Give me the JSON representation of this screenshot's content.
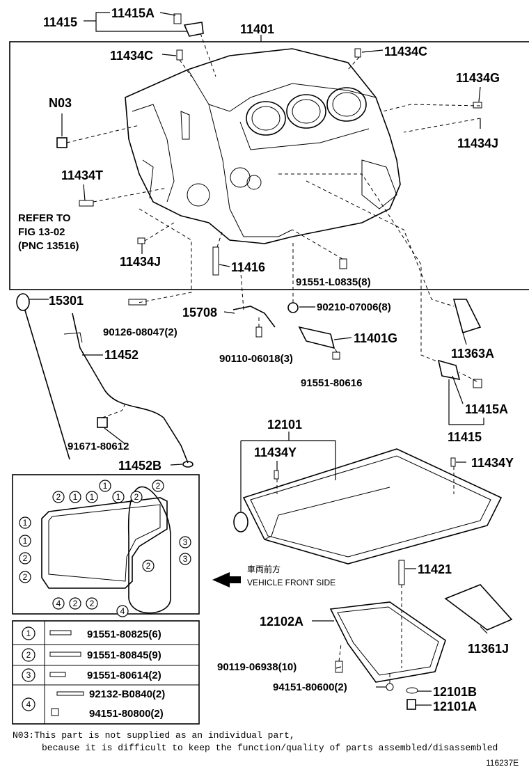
{
  "labels": {
    "p11415_top": "11415",
    "p11415A_top": "11415A",
    "p11401": "11401",
    "p11434C_left": "11434C",
    "p11434C_right": "11434C",
    "pN03": "N03",
    "p11434G": "11434G",
    "p11434J_right": "11434J",
    "p11434T": "11434T",
    "refer1": "REFER TO",
    "refer2": "FIG 13-02",
    "refer3": "(PNC 13516)",
    "p11434J_left": "11434J",
    "p11416": "11416",
    "p91551L0835": "91551-L0835(8)",
    "p15301": "15301",
    "p15708": "15708",
    "p90210": "90210-07006(8)",
    "p90126": "90126-08047(2)",
    "p11401G": "11401G",
    "p11452": "11452",
    "p90110": "90110-06018(3)",
    "p91551_80616": "91551-80616",
    "p11363A": "11363A",
    "p11415A_bottom": "11415A",
    "p11415_bottom": "11415",
    "p91671": "91671-80612",
    "p11452B": "11452B",
    "p12101": "12101",
    "p11434Y_left": "11434Y",
    "p11434Y_right": "11434Y",
    "vehicle_jp": "車両前方",
    "vehicle_en": "VEHICLE FRONT SIDE",
    "p11421": "11421",
    "p12102A": "12102A",
    "p11361J": "11361J",
    "p90119": "90119-06938(10)",
    "p94151_80600": "94151-80600(2)",
    "p12101B": "12101B",
    "p12101A": "12101A"
  },
  "gasket_marks": {
    "m1": "1",
    "m2": "2",
    "m3": "3",
    "m4": "4"
  },
  "legend": [
    {
      "key": "1",
      "parts": [
        "91551-80825(6)"
      ]
    },
    {
      "key": "2",
      "parts": [
        "91551-80845(9)"
      ]
    },
    {
      "key": "3",
      "parts": [
        "91551-80614(2)"
      ]
    },
    {
      "key": "4",
      "parts": [
        "92132-B0840(2)",
        "94151-80800(2)"
      ]
    }
  ],
  "note": {
    "line1": "N03:This part is not supplied as an individual part,",
    "line2": "because it is difficult to keep the function/quality of parts assembled/disassembled"
  },
  "figure_code": "116237E"
}
